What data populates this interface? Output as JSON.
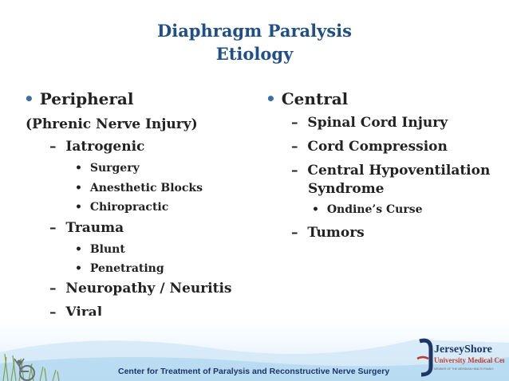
{
  "slide": {
    "title_line1": "Diaphragm Paralysis",
    "title_line2": "Etiology",
    "left": {
      "heading": "Peripheral",
      "subheading": "(Phrenic Nerve Injury)",
      "items": [
        {
          "label": "Iatrogenic",
          "children": [
            "Surgery",
            "Anesthetic Blocks",
            "Chiropractic"
          ]
        },
        {
          "label": "Trauma",
          "children": [
            "Blunt",
            "Penetrating"
          ]
        },
        {
          "label": "Neuropathy / Neuritis"
        },
        {
          "label": "Viral"
        }
      ]
    },
    "right": {
      "heading": "Central",
      "items": [
        {
          "label": "Spinal Cord Injury"
        },
        {
          "label": "Cord Compression"
        },
        {
          "label": "Central Hypoventilation",
          "continuation": "Syndrome",
          "children": [
            "Ondine’s Curse"
          ]
        },
        {
          "label": "Tumors"
        }
      ]
    },
    "bullet_char": "•",
    "dash_char": "–",
    "footer": "Center for Treatment of Paralysis and Reconstructive Nerve Surgery",
    "logo": {
      "line1": "JerseyShore",
      "line2": "University Medical Center",
      "line3": "MEMBER OF THE MERIDIAN HEALTH FAMILY"
    },
    "colors": {
      "title": "#1f4f86",
      "bullet": "#3b6ea7",
      "footer_text": "#1d3567",
      "logo_red": "#c0392b"
    }
  }
}
